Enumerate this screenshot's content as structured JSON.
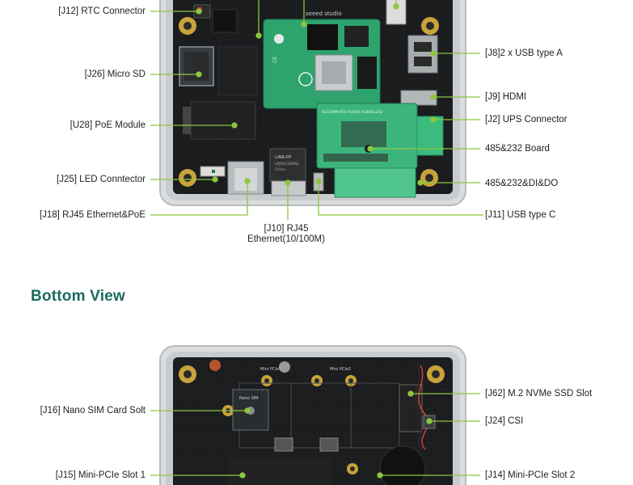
{
  "top_view": {
    "left_labels": [
      {
        "id": "j12",
        "text": "[J12] RTC Connector"
      },
      {
        "id": "j26",
        "text": "[J26] Micro SD"
      },
      {
        "id": "u28",
        "text": "[U28] PoE Module"
      },
      {
        "id": "j25",
        "text": "[J25] LED Conntector"
      },
      {
        "id": "j18",
        "text": "[J18] RJ45 Ethernet&PoE"
      }
    ],
    "right_labels": [
      {
        "id": "j8",
        "text": "[J8]2 x USB type A"
      },
      {
        "id": "j9",
        "text": "[J9] HDMI"
      },
      {
        "id": "j2",
        "text": "[J2] UPS Connector"
      },
      {
        "id": "board485",
        "text": "485&232 Board"
      },
      {
        "id": "dido",
        "text": "485&232&DI&DO"
      },
      {
        "id": "j11",
        "text": "[J11] USB type C"
      }
    ],
    "center_label_line1": "[J10] RJ45",
    "center_label_line2": "Ethernet(10/100M)",
    "board_print": {
      "brand": "seeed studio",
      "ethernet_chip": "LINK-PP",
      "ethernet_chip_model": "LPJ0011BBNL",
      "ethernet_chip_origin": "China",
      "ups_board_text": "RECOMPUTER R1000 RS485&232"
    }
  },
  "bottom_view": {
    "title": "Bottom View",
    "left_labels": [
      {
        "id": "j16",
        "text": "[J16] Nano SIM Card Solt"
      },
      {
        "id": "j15",
        "text": "[J15] Mini-PCIe Slot 1"
      }
    ],
    "right_labels": [
      {
        "id": "j62",
        "text": "[J62] M.2 NVMe SSD Slot"
      },
      {
        "id": "j24",
        "text": "[J24] CSI"
      },
      {
        "id": "j14",
        "text": "[J14] Mini-PCIe Slot 2"
      }
    ],
    "board_print": {
      "sim_label": "Nano SIM",
      "pcie_label_1": "Mini PCIe1",
      "pcie_label_2": "Mini PCIe2"
    }
  },
  "colors": {
    "accent_line": "#8cc63f",
    "title": "#1d6a5e",
    "pcb": "#1a1c1e",
    "cm4_green": "#2ea36e",
    "terminal_green": "#3dbb7e",
    "enclosure": "#d8dadc"
  }
}
